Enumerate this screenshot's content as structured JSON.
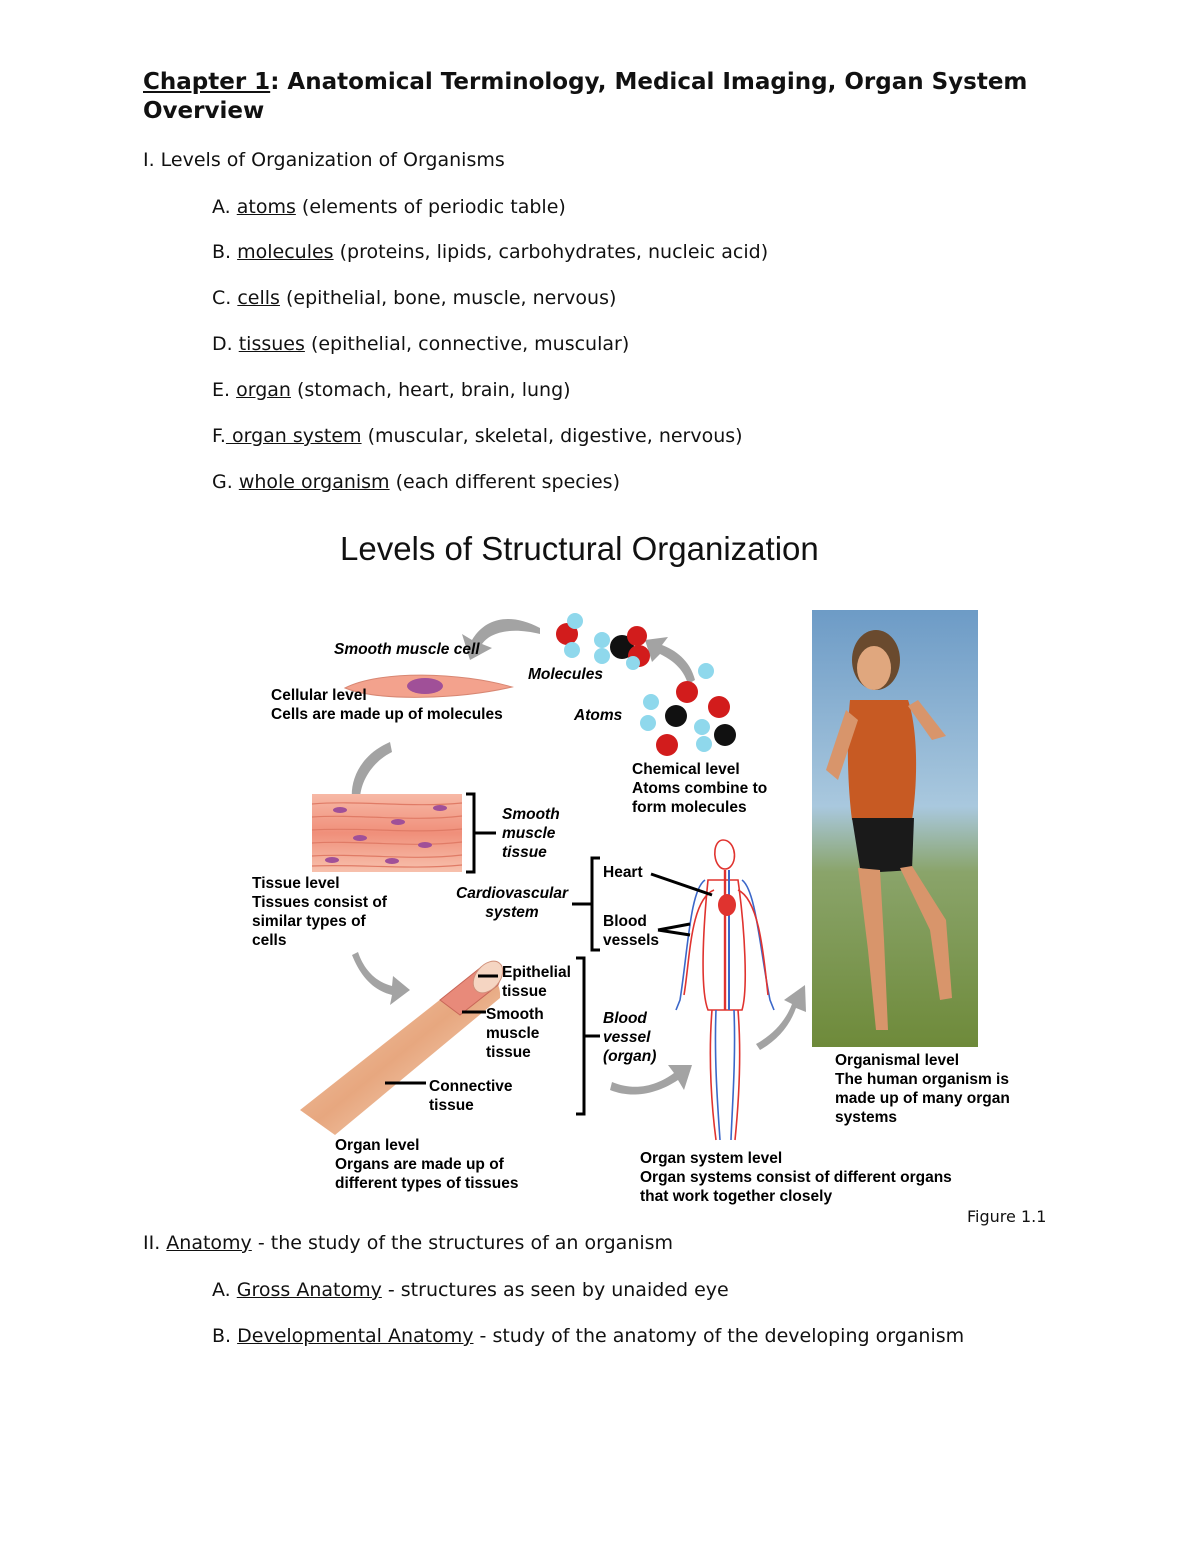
{
  "heading": {
    "chapter_word": "Chapter 1",
    "rest": ": Anatomical Terminology, Medical Imaging, Organ System Overview"
  },
  "section1": {
    "title": "I. Levels of Organization of Organisms",
    "items": [
      {
        "letter": "A.",
        "term": "atoms",
        "desc": "(elements of periodic table)"
      },
      {
        "letter": "B.",
        "term": "molecules",
        "desc": "(proteins, lipids, carbohydrates, nucleic acid)"
      },
      {
        "letter": "C.",
        "term": "cells",
        "desc": "(epithelial, bone, muscle, nervous)"
      },
      {
        "letter": "D.",
        "term": "tissues",
        "desc": "(epithelial, connective, muscular)"
      },
      {
        "letter": "E.",
        "term": "organ",
        "desc": "(stomach, heart, brain, lung)"
      },
      {
        "letter": "F.",
        "term": " organ system",
        "desc": "(muscular, skeletal, digestive, nervous)"
      },
      {
        "letter": "G.",
        "term": "whole organism",
        "desc": "(each different species)"
      }
    ]
  },
  "figure": {
    "title": "Levels of Structural Organization",
    "smooth_muscle_cell": "Smooth muscle cell",
    "molecules": "Molecules",
    "atoms": "Atoms",
    "cellular_level": [
      "Cellular level",
      "Cells are made up of molecules"
    ],
    "chemical_level": [
      "Chemical level",
      "Atoms combine to",
      "form molecules"
    ],
    "smooth_muscle_tissue": [
      "Smooth",
      "muscle",
      "tissue"
    ],
    "tissue_level": [
      "Tissue level",
      "Tissues consist of",
      "similar types of",
      "cells"
    ],
    "cardiovascular_system": [
      "Cardiovascular",
      "system"
    ],
    "heart": "Heart",
    "blood_vessels": [
      "Blood",
      "vessels"
    ],
    "epithelial_tissue": [
      "Epithelial",
      "tissue"
    ],
    "smooth_muscle_tissue2": [
      "Smooth",
      "muscle",
      "tissue"
    ],
    "connective_tissue": [
      "Connective",
      "tissue"
    ],
    "blood_vessel_organ": [
      "Blood",
      "vessel",
      "(organ)"
    ],
    "organ_level": [
      "Organ level",
      "Organs are made up of",
      "different types of tissues"
    ],
    "organ_system_level": [
      "Organ system level",
      "Organ systems consist of different organs",
      "that work together  closely"
    ],
    "organismal_level": [
      "Organismal level",
      "The human organism is",
      "made up of many organ",
      "systems"
    ],
    "caption": "Figure 1.1"
  },
  "section2": {
    "roman": "II.",
    "term": "Anatomy",
    "desc": " - the study of the structures of an organism",
    "items": [
      {
        "letter": "A.",
        "term": "Gross Anatomy",
        "desc": " - structures as seen by unaided eye"
      },
      {
        "letter": "B.",
        "term": "Developmental Anatomy",
        "desc": " - study of the anatomy of the developing organism"
      }
    ]
  },
  "colors": {
    "red_atom": "#d21c1c",
    "blue_atom": "#8fd8ec",
    "black_atom": "#111111",
    "vessel_red": "#e0332f",
    "vessel_blue": "#3b67c9",
    "arrow_gray": "#9a9a9a",
    "tissue_pink": "#f0a38f"
  }
}
